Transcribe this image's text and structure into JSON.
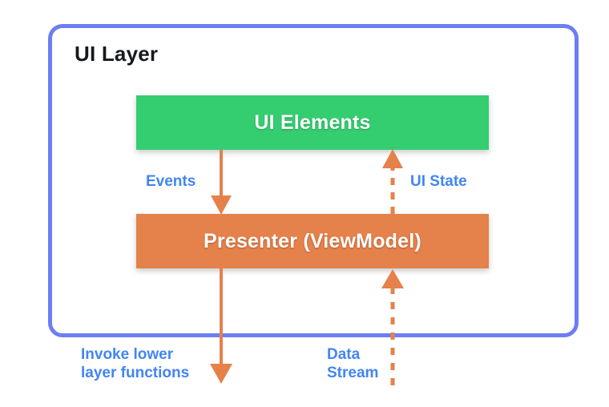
{
  "diagram": {
    "title": "UI Layer",
    "colors": {
      "layer_border": "#6c7ef2",
      "ui_elements_fill": "#34ce70",
      "presenter_fill": "#e5814a",
      "connector_text": "#4285f4",
      "arrow": "#e5814a",
      "title_text": "#16191d",
      "background": "#ffffff"
    },
    "nodes": [
      {
        "id": "ui-elements",
        "label": "UI Elements",
        "fill": "#34ce70"
      },
      {
        "id": "presenter",
        "label": "Presenter (ViewModel)",
        "fill": "#e5814a"
      }
    ],
    "connectors": [
      {
        "id": "events",
        "label": "Events",
        "style": "solid",
        "direction": "down",
        "from": "ui-elements",
        "to": "presenter"
      },
      {
        "id": "ui-state",
        "label": "UI State",
        "style": "dashed",
        "direction": "up",
        "from": "presenter",
        "to": "ui-elements"
      },
      {
        "id": "invoke-lower-layer",
        "label": "Invoke lower\nlayer functions",
        "style": "solid",
        "direction": "down",
        "from": "presenter",
        "to": "lower-layer"
      },
      {
        "id": "data-stream",
        "label": "Data\nStream",
        "style": "dashed",
        "direction": "up",
        "from": "lower-layer",
        "to": "presenter"
      }
    ]
  }
}
